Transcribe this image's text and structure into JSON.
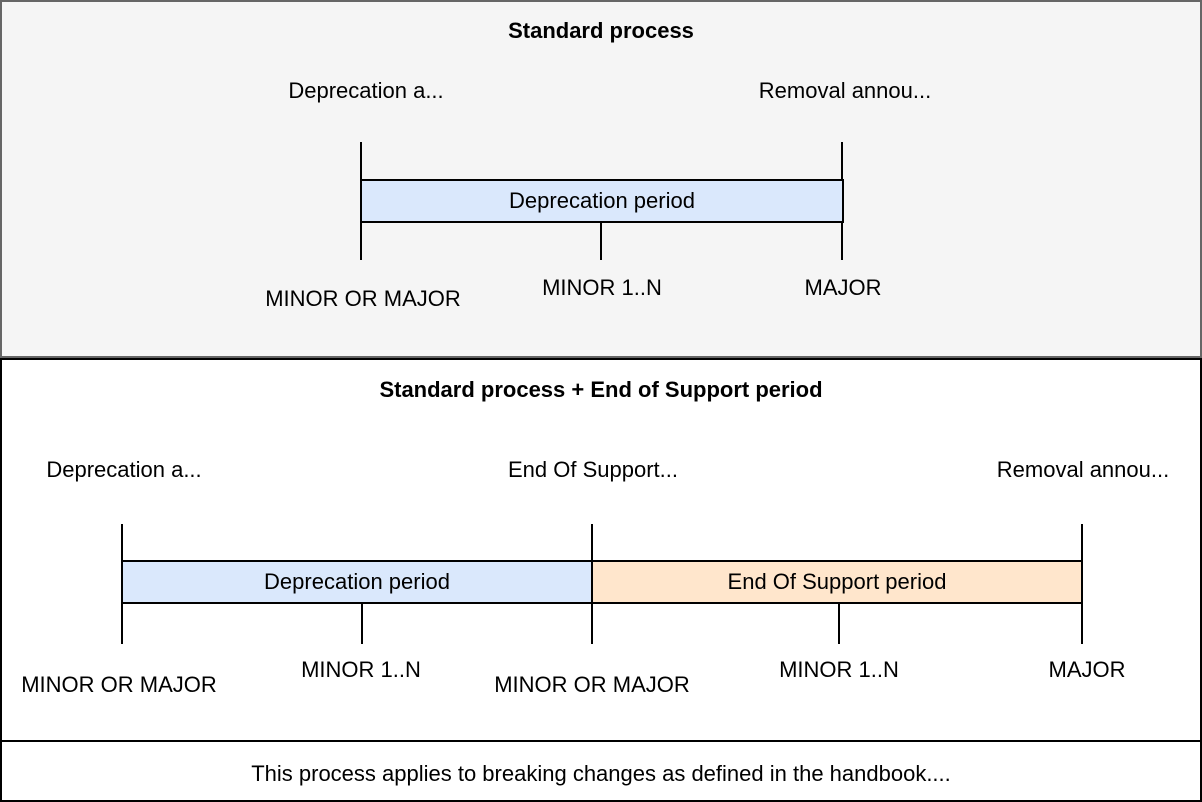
{
  "colors": {
    "top_panel_bg": "#f5f5f5",
    "top_panel_border": "#666666",
    "bottom_panel_bg": "#ffffff",
    "bottom_panel_border": "#000000",
    "deprecation_bar_fill": "#dae8fc",
    "end_of_support_bar_fill": "#ffe6cc",
    "line_color": "#000000",
    "text_color": "#000000"
  },
  "top_panel": {
    "title": "Standard process",
    "event_labels": [
      "Deprecation a...",
      "Removal annou..."
    ],
    "bar_label": "Deprecation period",
    "milestones": [
      "MINOR OR MAJOR",
      "MINOR 1..N",
      "MAJOR"
    ]
  },
  "bottom_panel": {
    "title": "Standard process + End of Support period",
    "event_labels": [
      "Deprecation a...",
      "End Of Support...",
      "Removal annou..."
    ],
    "bar_labels": [
      "Deprecation period",
      "End Of Support period"
    ],
    "milestones": [
      "MINOR OR MAJOR",
      "MINOR 1..N",
      "MINOR OR MAJOR",
      "MINOR 1..N",
      "MAJOR"
    ],
    "footer_note": "This process applies to breaking changes as defined in the handbook...."
  }
}
